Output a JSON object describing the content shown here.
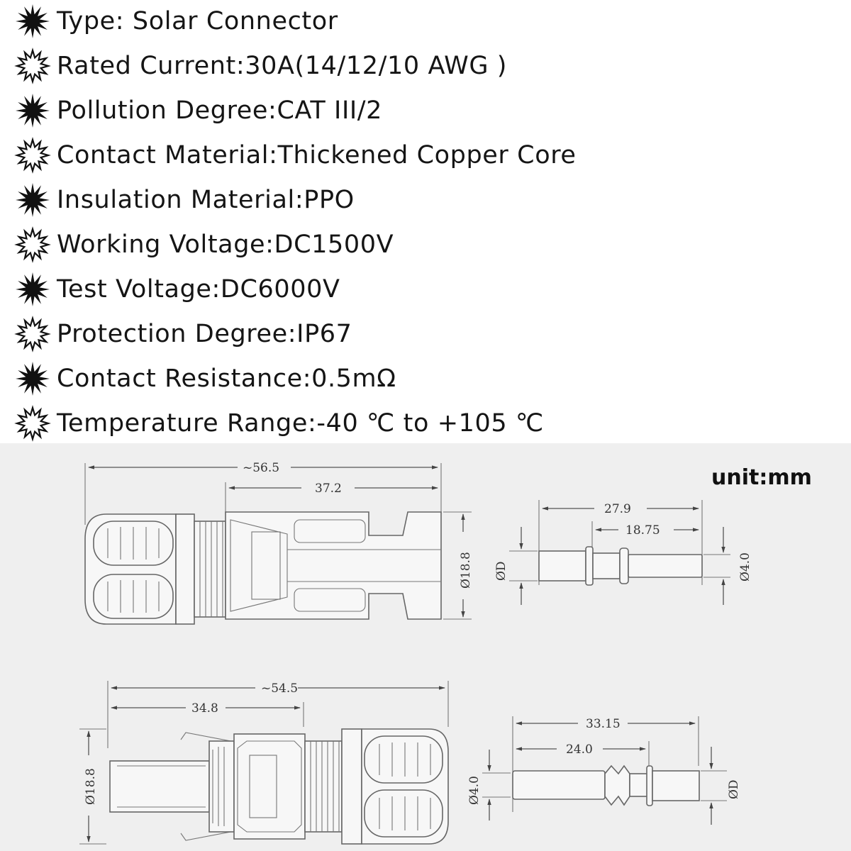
{
  "specs": [
    {
      "text": "Type: Solar Connector",
      "icon": "filled-star-icon"
    },
    {
      "text": "Rated Current:30A(14/12/10 AWG )",
      "icon": "outline-star-icon"
    },
    {
      "text": "Pollution Degree:CAT III/2",
      "icon": "filled-star-icon"
    },
    {
      "text": "Contact Material:Thickened Copper Core",
      "icon": "outline-star-icon"
    },
    {
      "text": "Insulation Material:PPO",
      "icon": "filled-star-icon"
    },
    {
      "text": "Working Voltage:DC1500V",
      "icon": "outline-star-icon"
    },
    {
      "text": "Test Voltage:DC6000V",
      "icon": "filled-star-icon"
    },
    {
      "text": "Protection Degree:IP67",
      "icon": "outline-star-icon"
    },
    {
      "text": "Contact Resistance:0.5mΩ",
      "icon": "filled-star-icon"
    },
    {
      "text": "Temperature Range:-40 ℃ to +105 ℃",
      "icon": "outline-star-icon"
    }
  ],
  "drawing": {
    "unit_label": "unit:mm",
    "male_connector": {
      "overall_length": "~56.5",
      "body_length": "37.2",
      "diameter": "Ø18.8"
    },
    "male_pin": {
      "length": "27.9",
      "tip_length": "18.75",
      "cable_diameter": "ØD",
      "pin_diameter": "Ø4.0"
    },
    "female_connector": {
      "overall_length": "~54.5",
      "body_length": "34.8",
      "diameter": "Ø18.8"
    },
    "female_pin": {
      "length": "33.15",
      "tip_length": "24.0",
      "pin_diameter": "Ø4.0",
      "cable_diameter": "ØD"
    }
  }
}
